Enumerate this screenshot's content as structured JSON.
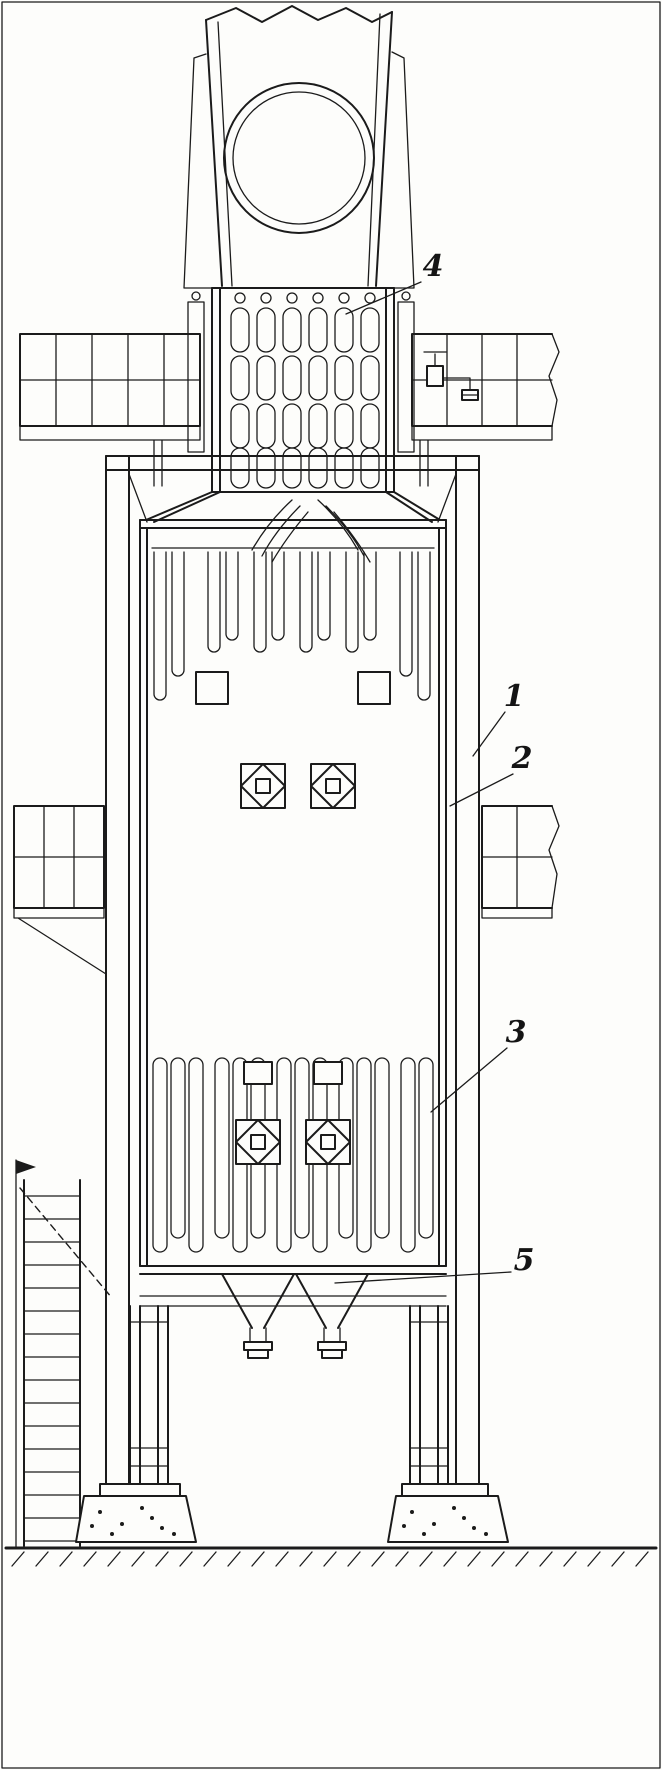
{
  "figure": {
    "kind": "boiler-sectional-elevation-line-drawing",
    "ink": "#1b1b1b",
    "paper": "#fdfdfb"
  },
  "callouts": [
    {
      "label": "4",
      "points_to": "superheater-coil-bank"
    },
    {
      "label": "1",
      "points_to": "support-column"
    },
    {
      "label": "2",
      "points_to": "boiler-shell-wall"
    },
    {
      "label": "3",
      "points_to": "lower-tube-bank"
    },
    {
      "label": "5",
      "points_to": "ash-hopper"
    }
  ]
}
